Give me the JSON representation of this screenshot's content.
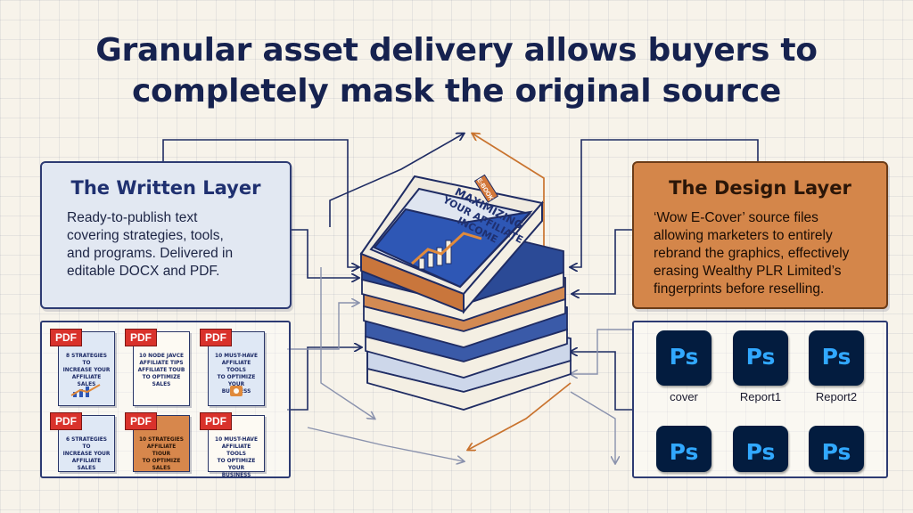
{
  "title": {
    "line1": "Granular asset delivery allows buyers to",
    "line2": "completely mask the original source"
  },
  "written_layer": {
    "heading": "The Written Layer",
    "line1": "Ready-to-publish text",
    "line2": "covering strategies, tools,",
    "line3": "and programs. Delivered in",
    "line4": "editable DOCX and PDF."
  },
  "design_layer": {
    "heading": "The Design Layer",
    "line1": "‘Wow E-Cover’ source files",
    "line2": "allowing marketers to entirely",
    "line3": "rebrand the graphics, effectively",
    "line4": "erasing Wealthy PLR Limited’s",
    "line5": "fingerprints before reselling."
  },
  "book": {
    "badge": "E-BOOK",
    "title_line1": "MAXIMIZING",
    "title_line2": "YOUR AFFILIATE",
    "title_line3": "INCOME"
  },
  "pdf_files": [
    {
      "tag": "PDF",
      "line1": "8 STRATEGIES TO",
      "line2": "INCREASE YOUR",
      "line3": "AFFILIATE SALES",
      "line4": ""
    },
    {
      "tag": "PDF",
      "line1": "10 NODE JAVCE",
      "line2": "AFFILIATE TIPS",
      "line3": "AFFILIATE TOUB",
      "line4": "TO OPTIMIZE SALES"
    },
    {
      "tag": "PDF",
      "line1": "10 MUST-HAVE",
      "line2": "AFFILIATE TOOLS",
      "line3": "TO OPTIMIZE YOUR",
      "line4": "BUSINESS"
    },
    {
      "tag": "PDF",
      "line1": "6 STRATEGIES TO",
      "line2": "INCREASE YOUR",
      "line3": "AFFILIATE SALES",
      "line4": ""
    },
    {
      "tag": "PDF",
      "line1": "10 STRATEGIES",
      "line2": "AFFILIATE TIOUR",
      "line3": "TO OPTIMIZE SALES",
      "line4": ""
    },
    {
      "tag": "PDF",
      "line1": "10 MUST-HAVE",
      "line2": "AFFILIATE TOOLS",
      "line3": "TO OPTIMIZE YOUR",
      "line4": "BUSINESS"
    }
  ],
  "psd_files": [
    {
      "icon": "Ps",
      "label": "cover"
    },
    {
      "icon": "Ps",
      "label": "Report1"
    },
    {
      "icon": "Ps",
      "label": "Report2"
    },
    {
      "icon": "Ps",
      "label": ""
    },
    {
      "icon": "Ps",
      "label": ""
    },
    {
      "icon": "Ps",
      "label": ""
    }
  ],
  "colors": {
    "navy": "#1a2550",
    "orange": "#d4864a",
    "pdf_red": "#d9322b",
    "ps_bg": "#031c3f",
    "ps_blue": "#31a8ff"
  }
}
